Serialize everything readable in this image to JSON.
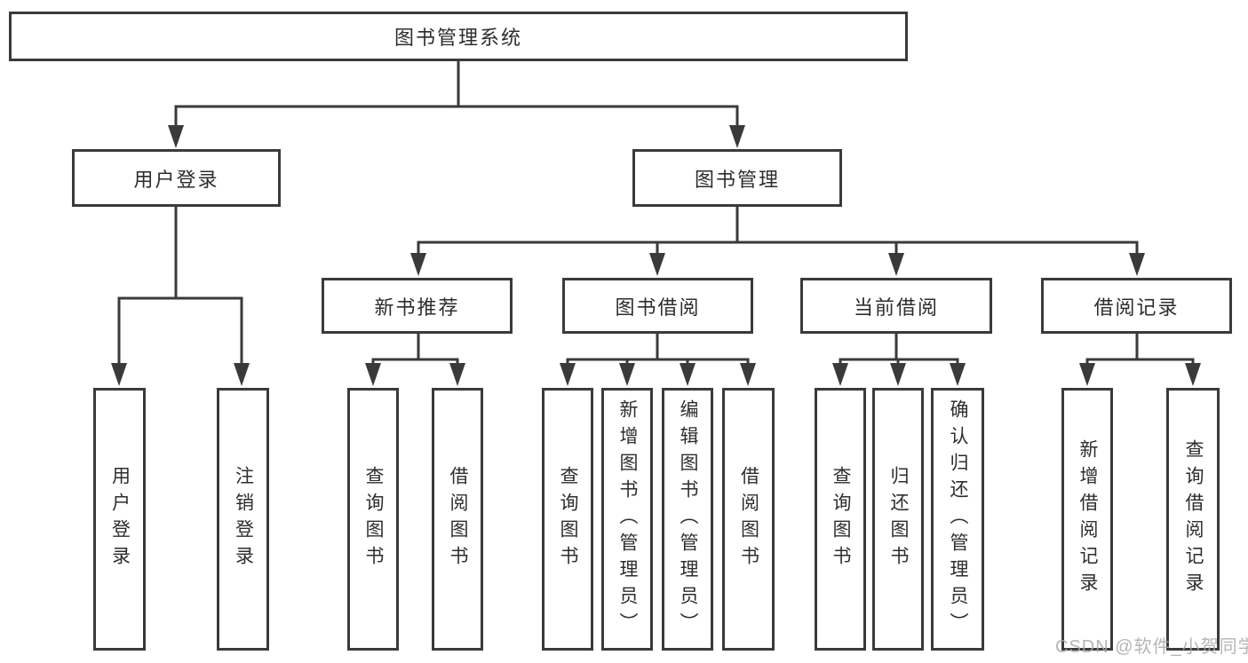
{
  "diagram": {
    "root": {
      "label": "图书管理系统"
    },
    "branches": [
      {
        "label": "用户登录",
        "children": [
          "用户登录",
          "注销登录"
        ]
      },
      {
        "label": "图书管理",
        "sections": [
          {
            "label": "新书推荐",
            "children": [
              "查询图书",
              "借阅图书"
            ]
          },
          {
            "label": "图书借阅",
            "children": [
              "查询图书",
              "新增图书（管理员）",
              "编辑图书（管理员）",
              "借阅图书"
            ]
          },
          {
            "label": "当前借阅",
            "children": [
              "查询图书",
              "归还图书",
              "确认归还（管理员）"
            ]
          },
          {
            "label": "借阅记录",
            "children": [
              "新增借阅记录",
              "查询借阅记录"
            ]
          }
        ]
      }
    ]
  },
  "watermark": "CSDN @软件_小贺同学",
  "colors": {
    "line": "#3a3a3a",
    "box_border": "#3a3a3a",
    "text": "#2d2d2d",
    "background": "#ffffff",
    "watermark": "#a8a8a8"
  }
}
